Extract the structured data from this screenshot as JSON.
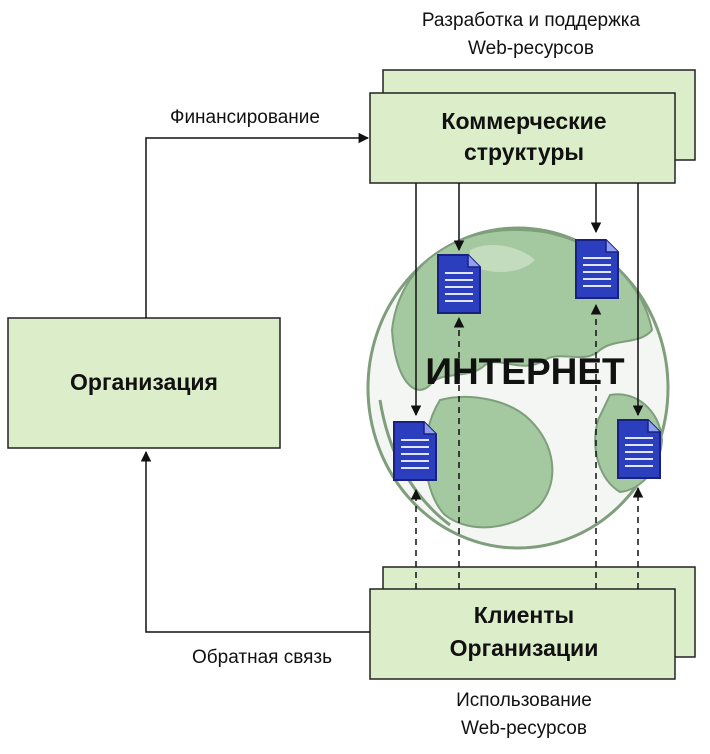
{
  "colors": {
    "box_fill": "#dcedc9",
    "box_stroke": "#222222",
    "globe_land": "#a4c8a0",
    "globe_sea": "#f4f6f3",
    "doc_fill": "#2b3fbe",
    "doc_stroke": "#1a2080"
  },
  "labels": {
    "top_caption_line1": "Разработка и поддержка",
    "top_caption_line2": "Web-ресурсов",
    "funding": "Финансирование",
    "commercial_line1": "Коммерческие",
    "commercial_line2": "структуры",
    "organization": "Организация",
    "internet": "ИНТЕРНЕТ",
    "clients_line1": "Клиенты",
    "clients_line2": "Организации",
    "feedback": "Обратная связь",
    "bottom_caption_line1": "Использование",
    "bottom_caption_line2": "Web-ресурсов"
  },
  "icons": [
    "document-icon",
    "globe-icon",
    "arrow-icon"
  ]
}
